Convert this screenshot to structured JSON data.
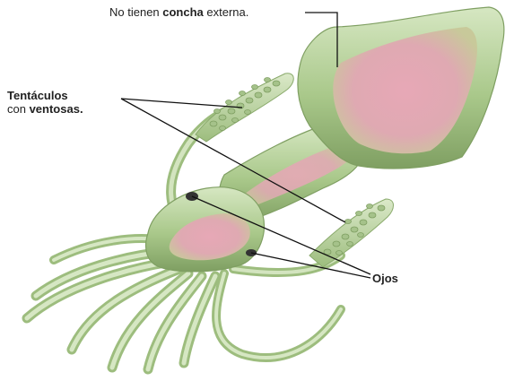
{
  "labels": {
    "shell_pre": "No tienen ",
    "shell_bold": "concha",
    "shell_post": " externa.",
    "tentacles_line1": "Tentáculos",
    "tentacles_line2_pre": "con ",
    "tentacles_line2_bold": "ventosas.",
    "eyes": "Ojos"
  },
  "colors": {
    "body_green": "#a9c88a",
    "body_light": "#d3e4bf",
    "body_dark": "#7f9f62",
    "body_pink": "#e3a7b4",
    "eye": "#333333",
    "leader_line": "#111111"
  }
}
